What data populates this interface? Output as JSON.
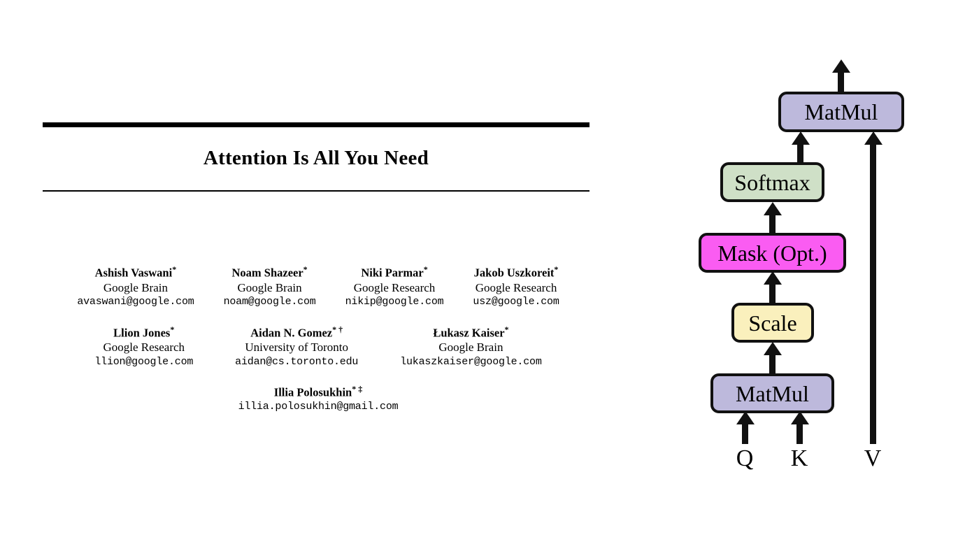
{
  "paper": {
    "title": "Attention Is All You Need",
    "rules": {
      "top": "thick-rule",
      "bottom": "thin-rule"
    },
    "author_rows": [
      [
        {
          "name": "Ashish Vaswani",
          "marks": "*",
          "affiliation": "Google Brain",
          "email": "avaswani@google.com"
        },
        {
          "name": "Noam Shazeer",
          "marks": "*",
          "affiliation": "Google Brain",
          "email": "noam@google.com"
        },
        {
          "name": "Niki Parmar",
          "marks": "*",
          "affiliation": "Google Research",
          "email": "nikip@google.com"
        },
        {
          "name": "Jakob Uszkoreit",
          "marks": "*",
          "affiliation": "Google Research",
          "email": "usz@google.com"
        }
      ],
      [
        {
          "name": "Llion Jones",
          "marks": "*",
          "affiliation": "Google Research",
          "email": "llion@google.com"
        },
        {
          "name": "Aidan N. Gomez",
          "marks": "* †",
          "affiliation": "University of Toronto",
          "email": "aidan@cs.toronto.edu"
        },
        {
          "name": "Łukasz Kaiser",
          "marks": "*",
          "affiliation": "Google Brain",
          "email": "lukaszkaiser@google.com"
        }
      ],
      [
        {
          "name": "Illia Polosukhin",
          "marks": "* ‡",
          "affiliation": "",
          "email": "illia.polosukhin@gmail.com"
        }
      ]
    ]
  },
  "diagram": {
    "name": "scaled-dot-product-attention",
    "nodes": [
      {
        "id": "matmul-top",
        "label": "MatMul",
        "color": "#bdb9dc"
      },
      {
        "id": "softmax",
        "label": "Softmax",
        "color": "#cfe0c7"
      },
      {
        "id": "mask",
        "label": "Mask (Opt.)",
        "color": "#fa5cf2"
      },
      {
        "id": "scale",
        "label": "Scale",
        "color": "#faf0bd"
      },
      {
        "id": "matmul-bottom",
        "label": "MatMul",
        "color": "#bdb9dc"
      }
    ],
    "inputs": [
      {
        "id": "q",
        "label": "Q"
      },
      {
        "id": "k",
        "label": "K"
      },
      {
        "id": "v",
        "label": "V"
      }
    ],
    "border_color": "#111111",
    "edge_color": "#111111"
  }
}
